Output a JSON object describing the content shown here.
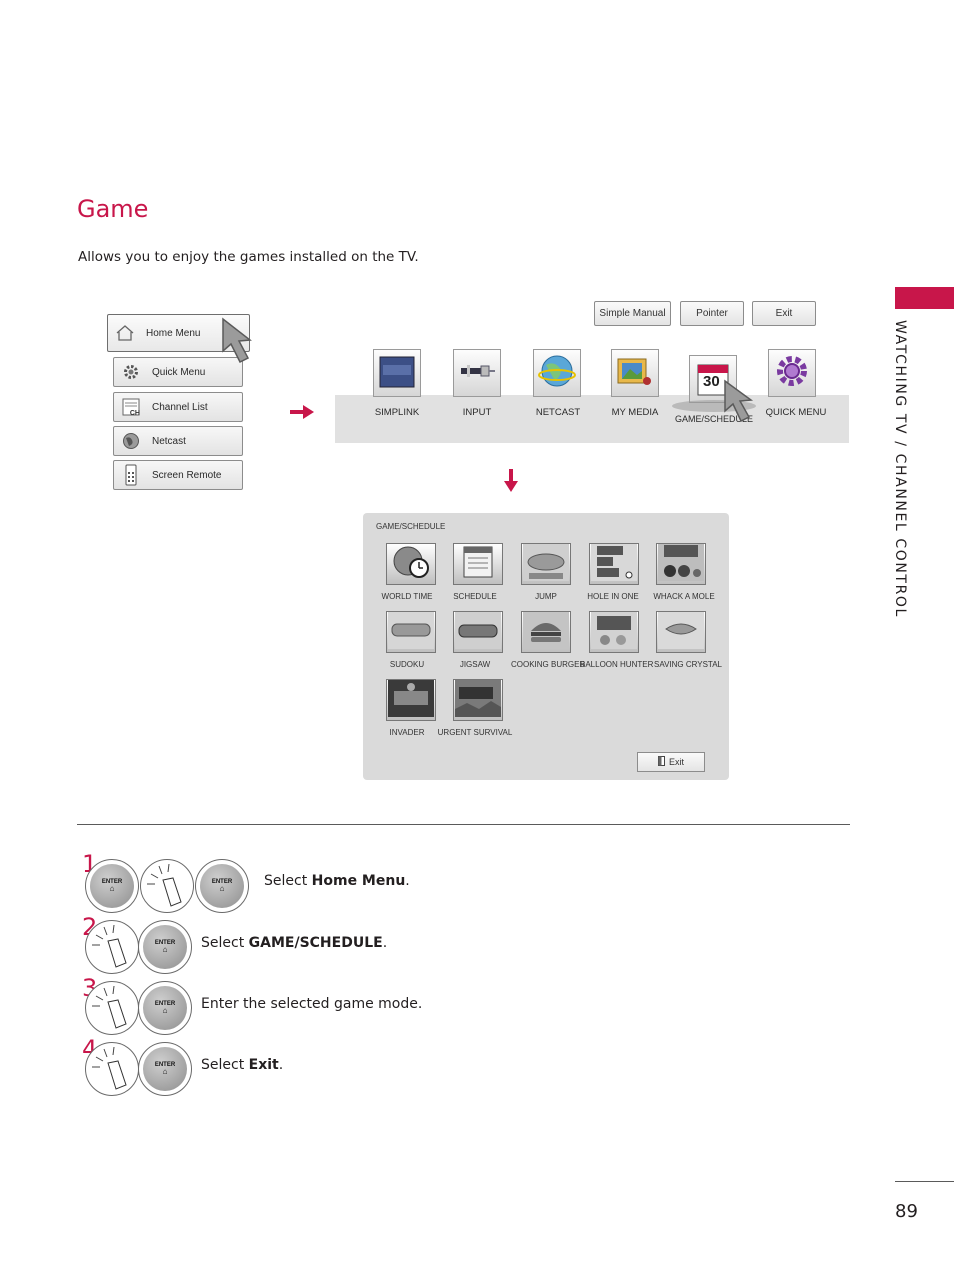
{
  "title": "Game",
  "intro": "Allows you to enjoy the games installed on the TV.",
  "side_label": "WATCHING TV / CHANNEL CONTROL",
  "home_menu": {
    "items": [
      {
        "label": "Home Menu",
        "icon": "house-icon"
      },
      {
        "label": "Quick Menu",
        "icon": "gear-icon"
      },
      {
        "label": "Channel List",
        "icon": "channel-list-icon"
      },
      {
        "label": "Netcast",
        "icon": "globe-icon"
      },
      {
        "label": "Screen Remote",
        "icon": "remote-icon"
      }
    ],
    "channel_icon_text": "CH"
  },
  "top_buttons": [
    "Simple Manual",
    "Pointer",
    "Exit"
  ],
  "dock": {
    "items": [
      {
        "label": "SIMPLINK",
        "icon": "simplink-icon"
      },
      {
        "label": "INPUT",
        "icon": "input-cable-icon"
      },
      {
        "label": "NETCAST",
        "icon": "globe-icon"
      },
      {
        "label": "MY MEDIA",
        "icon": "media-icon"
      },
      {
        "label": "GAME/SCHEDULE",
        "icon": "calendar-icon"
      },
      {
        "label": "QUICK MENU",
        "icon": "gear-icon"
      }
    ],
    "calendar_day": "30"
  },
  "game_panel": {
    "title": "GAME/SCHEDULE",
    "games": [
      {
        "label": "WORLD TIME",
        "icon": "clock-globe-icon"
      },
      {
        "label": "SCHEDULE",
        "icon": "schedule-icon"
      },
      {
        "label": "JUMP",
        "icon": "jump-icon"
      },
      {
        "label": "HOLE IN ONE",
        "icon": "golf-icon"
      },
      {
        "label": "WHACK A MOLE",
        "icon": "mole-icon"
      },
      {
        "label": "SUDOKU",
        "icon": "sudoku-icon"
      },
      {
        "label": "JIGSAW",
        "icon": "jigsaw-icon"
      },
      {
        "label": "COOKING BURGER",
        "icon": "burger-icon"
      },
      {
        "label": "BALLOON HUNTER",
        "icon": "balloon-icon"
      },
      {
        "label": "SAVING CRYSTAL",
        "icon": "crystal-icon"
      },
      {
        "label": "INVADER",
        "icon": "invader-icon"
      },
      {
        "label": "URGENT SURVIVAL",
        "icon": "survival-icon"
      }
    ],
    "exit_label": "Exit"
  },
  "steps": [
    {
      "num": "1",
      "prefix": "Select ",
      "bold": "Home Menu",
      "suffix": "."
    },
    {
      "num": "2",
      "prefix": "Select ",
      "bold": "GAME/SCHEDULE",
      "suffix": "."
    },
    {
      "num": "3",
      "prefix": "Enter the selected game mode.",
      "bold": "",
      "suffix": ""
    },
    {
      "num": "4",
      "prefix": "Select ",
      "bold": "Exit",
      "suffix": "."
    }
  ],
  "remote_enter_label": "ENTER",
  "page_number": "89",
  "colors": {
    "accent": "#c8164a",
    "panel_bg": "#dadada",
    "dock_bg": "#e1e1e1"
  }
}
